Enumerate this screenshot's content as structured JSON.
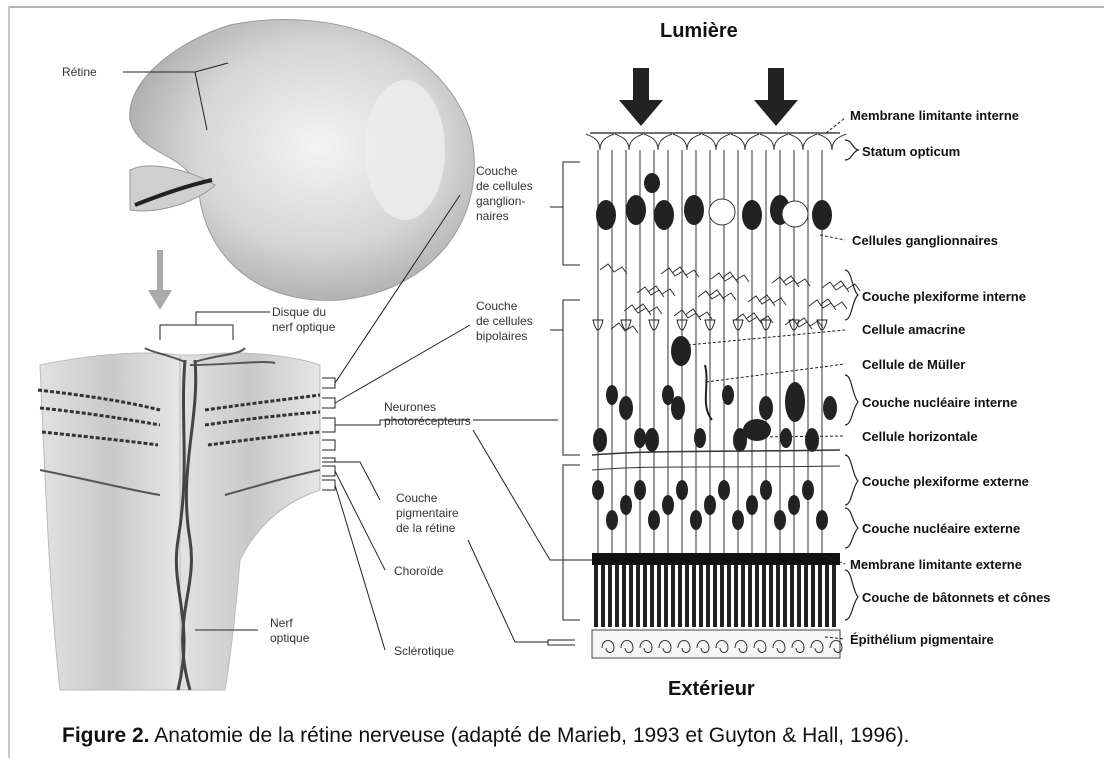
{
  "figure": {
    "top_label": "Lumière",
    "bottom_label": "Extérieur",
    "caption_bold": "Figure 2.",
    "caption_text": " Anatomie de la rétine nerveuse (adapté de Marieb, 1993 et Guyton & Hall, 1996)."
  },
  "eye_labels": {
    "retine": "Rétine",
    "disque_1": "Disque du",
    "disque_2": "nerf optique",
    "nerf_1": "Nerf",
    "nerf_2": "optique"
  },
  "middle_labels": {
    "gang_1": "Couche",
    "gang_2": "de cellules",
    "gang_3": "ganglion-",
    "gang_4": "naires",
    "bip_1": "Couche",
    "bip_2": "de cellules",
    "bip_3": "bipolaires",
    "photo_1": "Neurones",
    "photo_2": "photorécepteurs",
    "pig_1": "Couche",
    "pig_2": "pigmentaire",
    "pig_3": "de la rétine",
    "choroide": "Choroïde",
    "sclerotique": "Sclérotique"
  },
  "right_labels": [
    "Membrane limitante interne",
    "Statum opticum",
    "Cellules ganglionnaires",
    "Couche plexiforme interne",
    "Cellule amacrine",
    "Cellule de Müller",
    "Couche nucléaire interne",
    "Cellule horizontale",
    "Couche plexiforme externe",
    "Couche nucléaire externe",
    "Membrane limitante externe",
    "Couche de bâtonnets et cônes",
    "Épithélium pigmentaire"
  ]
}
